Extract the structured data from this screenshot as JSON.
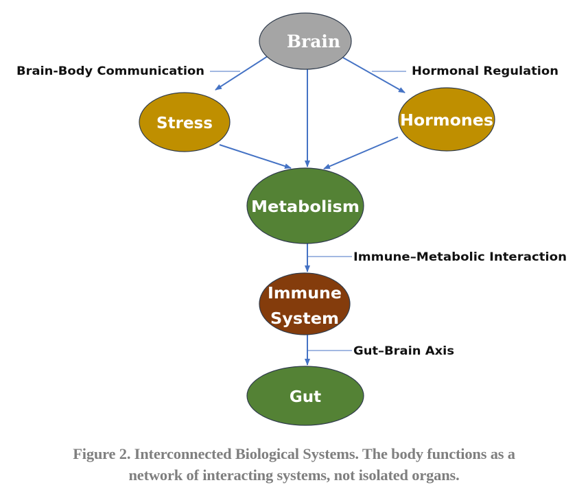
{
  "figure": {
    "nodes": [
      {
        "id": "brain",
        "label": [
          "Brain"
        ],
        "fill": "#a5a5a5",
        "serif": true
      },
      {
        "id": "stress",
        "label": [
          "Stress"
        ],
        "fill": "#bf8f00"
      },
      {
        "id": "hormones",
        "label": [
          "Hormones"
        ],
        "fill": "#bf8f00"
      },
      {
        "id": "metabolism",
        "label": [
          "Metabolism"
        ],
        "fill": "#548235"
      },
      {
        "id": "immune",
        "label": [
          "Immune",
          "System"
        ],
        "fill": "#843c0c"
      },
      {
        "id": "gut",
        "label": [
          "Gut"
        ],
        "fill": "#548235"
      }
    ],
    "edges": [
      {
        "from": "brain",
        "to": "stress"
      },
      {
        "from": "brain",
        "to": "metabolism"
      },
      {
        "from": "brain",
        "to": "hormones"
      },
      {
        "from": "stress",
        "to": "metabolism"
      },
      {
        "from": "hormones",
        "to": "metabolism"
      },
      {
        "from": "metabolism",
        "to": "immune"
      },
      {
        "from": "immune",
        "to": "gut"
      }
    ],
    "edge_labels": {
      "brain_body": "Brain-Body Communication",
      "hormonal": "Hormonal Regulation",
      "immune_metabolic": "Immune–Metabolic Interaction",
      "gut_brain": "Gut–Brain Axis"
    },
    "colors": {
      "arrow": "#4472c4",
      "node_outline": "#2f3b4c",
      "caption": "#7f7f7f"
    }
  },
  "caption": {
    "line1": "Figure 2. Interconnected Biological Systems. The body functions as a",
    "line2": "network of interacting systems, not isolated organs."
  }
}
